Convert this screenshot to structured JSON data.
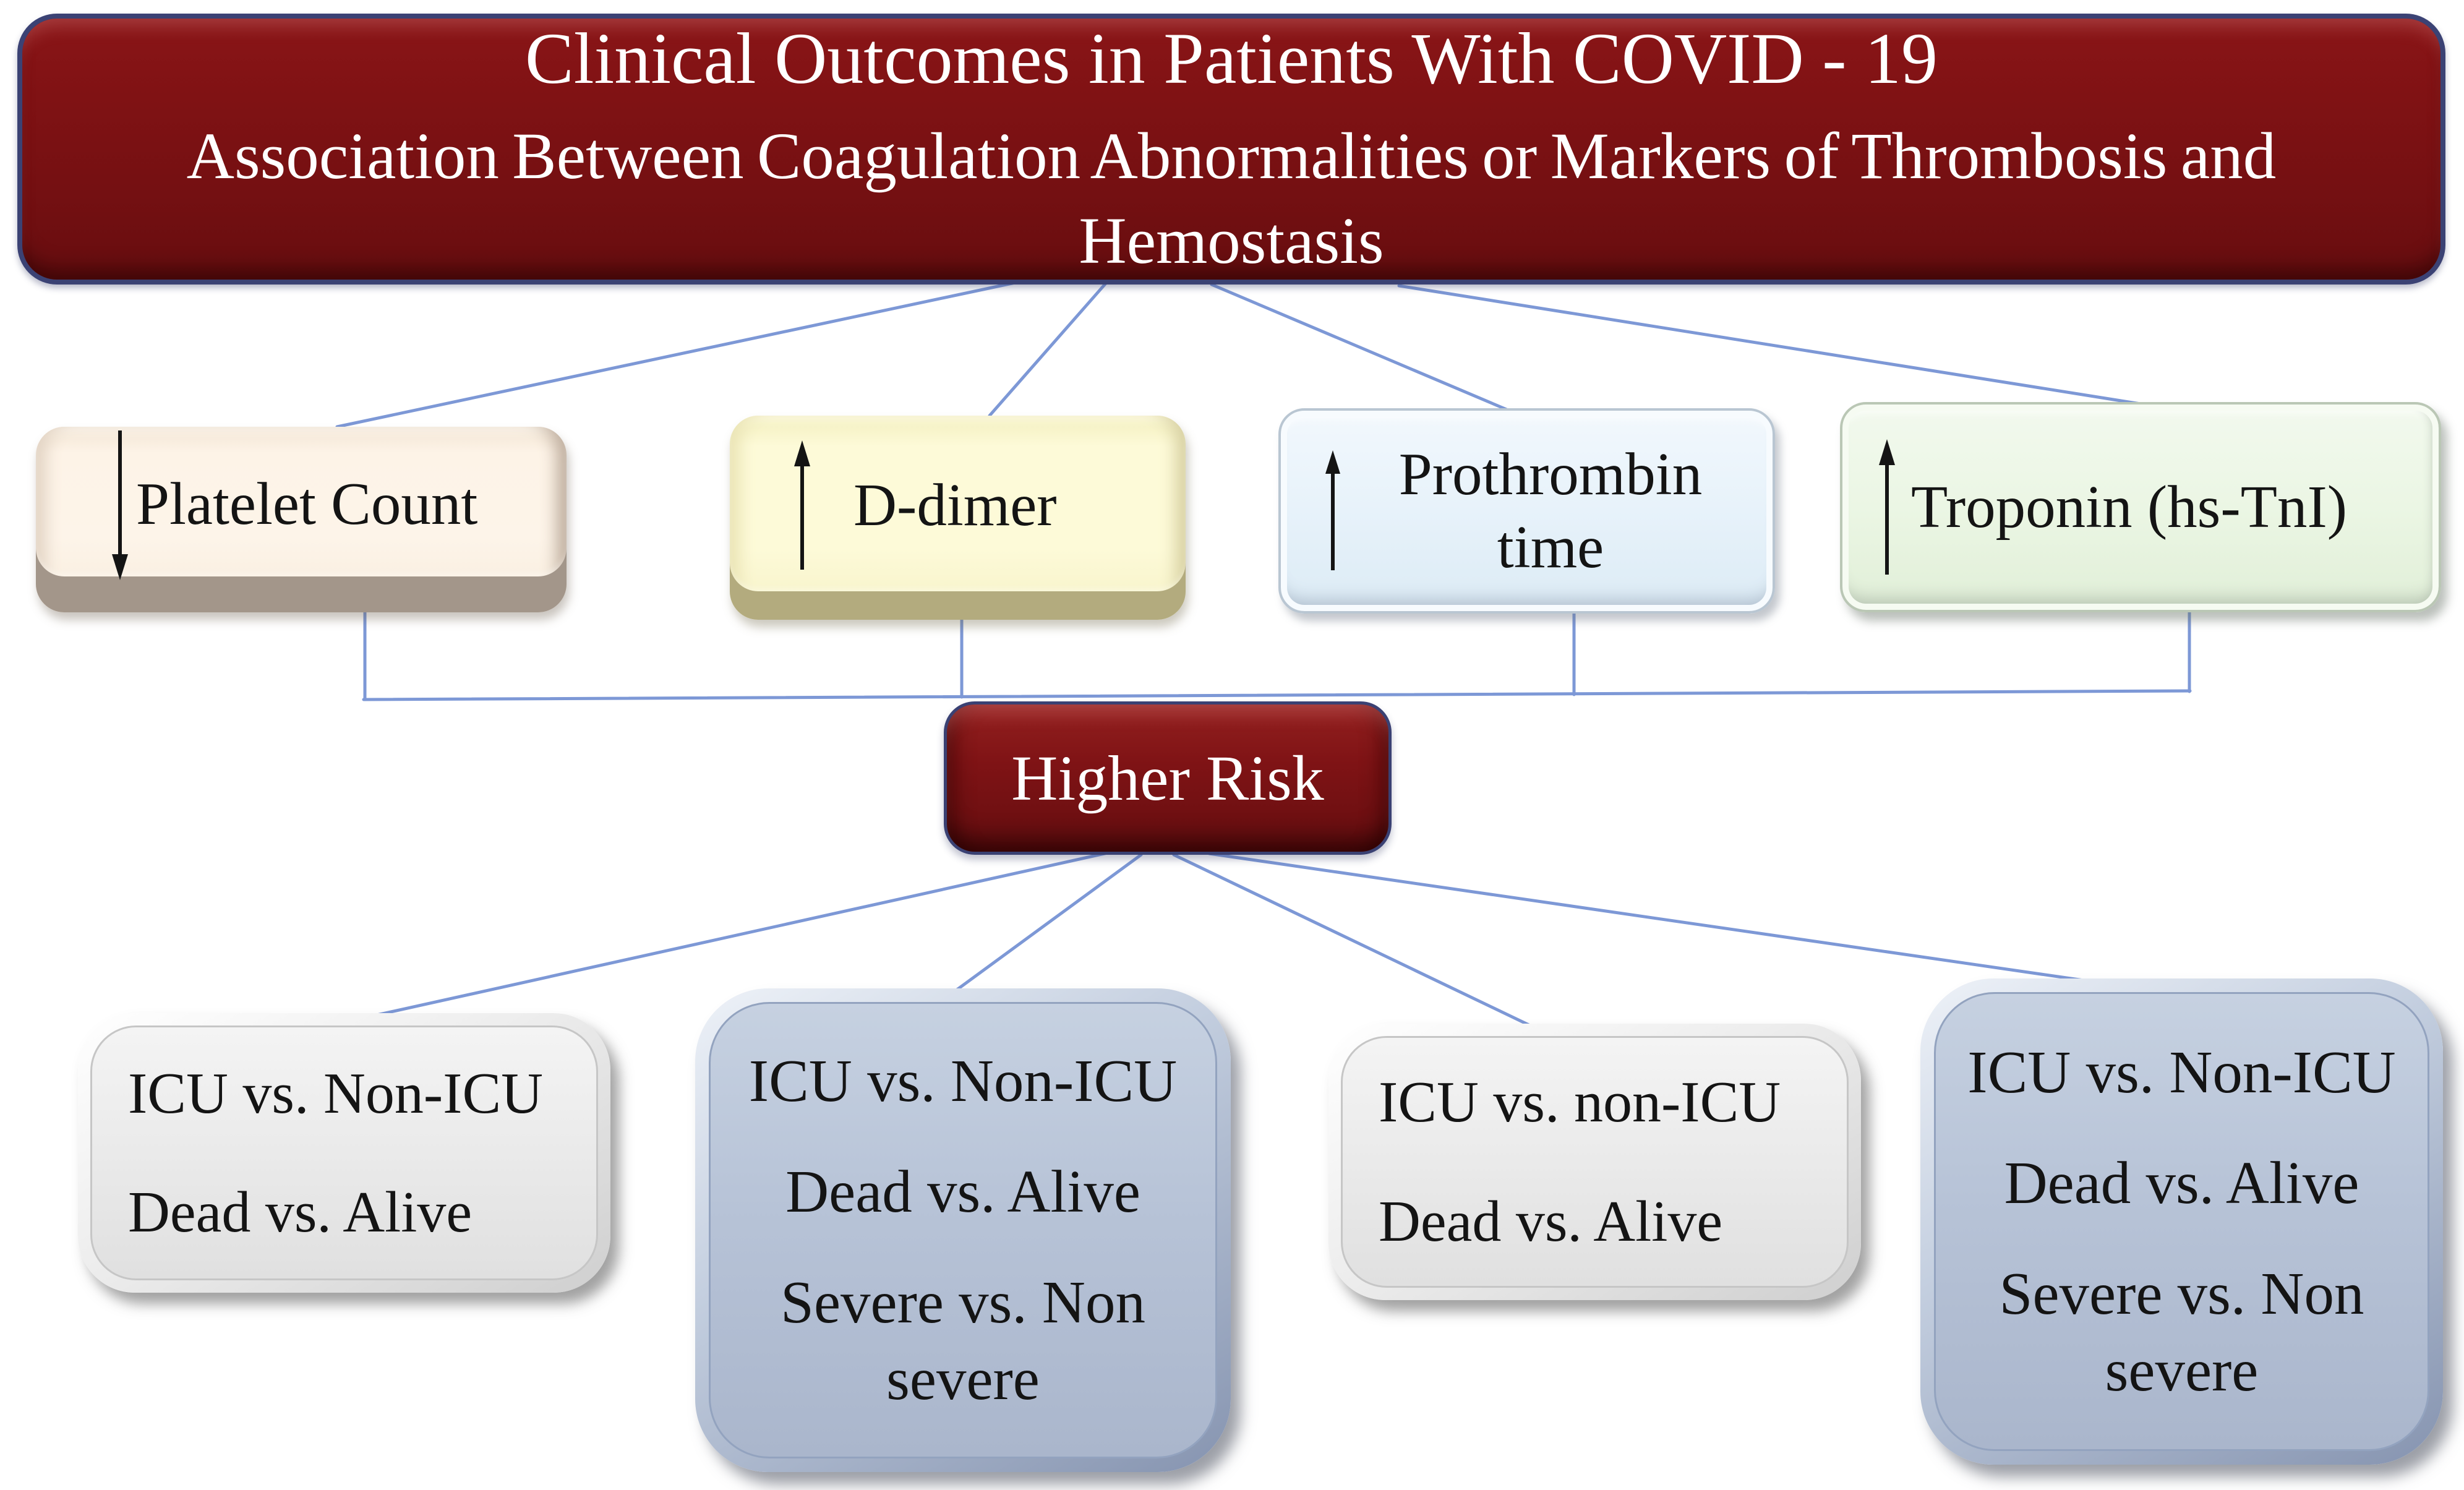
{
  "header": {
    "title": "Clinical Outcomes in Patients With COVID - 19",
    "subtitle": "Association Between Coagulation Abnormalities or Markers of Thrombosis and Hemostasis"
  },
  "markers": [
    {
      "icon": "down-arrow",
      "label": "Platelet Count"
    },
    {
      "icon": "up-arrow",
      "label": "D-dimer"
    },
    {
      "icon": "up-arrow",
      "label": "Prothrombin time"
    },
    {
      "icon": "up-arrow",
      "label": "Troponin (hs-TnI)"
    }
  ],
  "risk": {
    "label": "Higher Risk"
  },
  "outcomes": [
    {
      "lines": [
        "ICU vs. Non-ICU",
        "Dead vs. Alive"
      ]
    },
    {
      "lines": [
        "ICU vs. Non-ICU",
        "Dead vs. Alive",
        "Severe vs. Non severe"
      ]
    },
    {
      "lines": [
        "ICU vs. non-ICU",
        "Dead vs. Alive"
      ]
    },
    {
      "lines": [
        "ICU vs. Non-ICU",
        "Dead vs. Alive",
        "Severe vs. Non severe"
      ]
    }
  ],
  "colors": {
    "header_red": "#7a1113",
    "navy_border": "#3b4274",
    "connector_blue": "#7d98d6",
    "platelet_fill": "#fdf3e7",
    "ddimer_fill": "#fdfad8",
    "prothrombin_fill": "#eaf4fb",
    "troponin_fill": "#ebf6e4",
    "outcome_gray_fill": "#e9e9e9",
    "outcome_blue_fill": "#b7c3d7",
    "text_dark": "#141414",
    "text_light": "#ffffff"
  }
}
